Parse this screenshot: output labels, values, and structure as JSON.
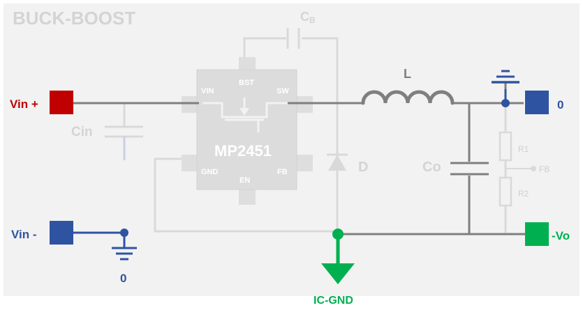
{
  "title": "BUCK-BOOST",
  "ic": {
    "name": "MP2451",
    "pins": {
      "vin": "VIN",
      "bst": "BST",
      "sw": "SW",
      "gnd": "GND",
      "en": "EN",
      "fb": "FB"
    }
  },
  "components": {
    "cb": "C",
    "cb_sub": "B",
    "cin": "Cin",
    "inductor": "L",
    "diode": "D",
    "co": "Co",
    "r1": "R1",
    "r2": "R2",
    "fb_tap": "FB"
  },
  "terminals": {
    "vin_plus": "Vin +",
    "vin_minus": "Vin -",
    "vin_minus_ground": "0",
    "vout_ground": "0",
    "vout_neg": "-Vo",
    "ic_gnd": "IC-GND"
  },
  "colors": {
    "background": "#f2f2f2",
    "faded": "#d9d9d9",
    "faded_text": "#cfcfcf",
    "wire": "#7f7f7f",
    "red": "#c00000",
    "blue": "#2e54a1",
    "green": "#00b050"
  }
}
